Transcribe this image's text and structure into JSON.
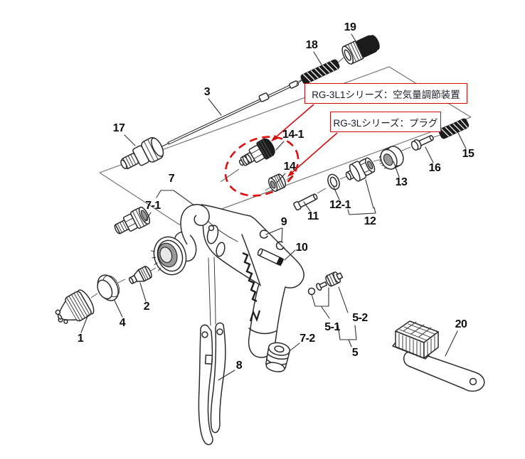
{
  "figure": {
    "type": "exploded-parts-diagram",
    "colors": {
      "line": "#2b2b2b",
      "highlight_red": "#d40f0f",
      "background": "#ffffff"
    }
  },
  "callouts": {
    "air_adjuster": "RG-3L1シリーズ：空気量調節装置",
    "plug": "RG-3Lシリーズ：プラグ"
  },
  "labels": {
    "p1": "1",
    "p2": "2",
    "p3": "3",
    "p4": "4",
    "p5": "5",
    "p5_1": "5-1",
    "p5_2": "5-2",
    "p7": "7",
    "p7_1": "7-1",
    "p7_2": "7-2",
    "p8": "8",
    "p9": "9",
    "p10": "10",
    "p11": "11",
    "p12": "12",
    "p12_1": "12-1",
    "p13": "13",
    "p14": "14",
    "p14_1": "14-1",
    "p15": "15",
    "p16": "16",
    "p17": "17",
    "p18": "18",
    "p19": "19",
    "p20": "20"
  }
}
